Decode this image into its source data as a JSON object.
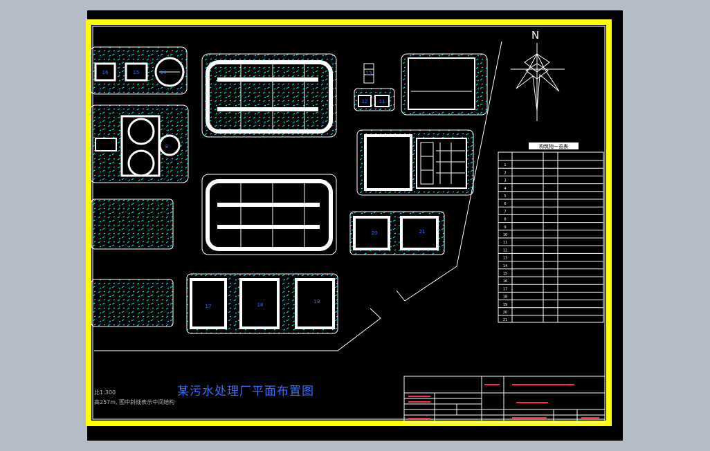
{
  "drawing": {
    "title": "某污水处理厂平面布置图",
    "north_label": "N",
    "note_scale": "比1:300",
    "note_text": "高257m, 图中斜线表示中间结构",
    "structure_labels": [
      "16",
      "15",
      "14",
      "13",
      "12",
      "11",
      "8",
      "20",
      "21",
      "17",
      "18",
      "19"
    ],
    "table_title": "构筑物一览表",
    "table_row_numbers": [
      "1",
      "2",
      "3",
      "4",
      "5",
      "6",
      "7",
      "8",
      "9",
      "10",
      "11",
      "12",
      "13",
      "14",
      "15",
      "16",
      "17",
      "18",
      "19",
      "20",
      "21"
    ]
  },
  "colors": {
    "viewport_bg": "#b4bdc6",
    "sheet_bg": "#000000",
    "border_outer": "#ffff00",
    "site_outline": "#ffffff",
    "hatch": "#00ffff",
    "text_blue": "#3b6cff",
    "text_red": "#ff3040"
  }
}
